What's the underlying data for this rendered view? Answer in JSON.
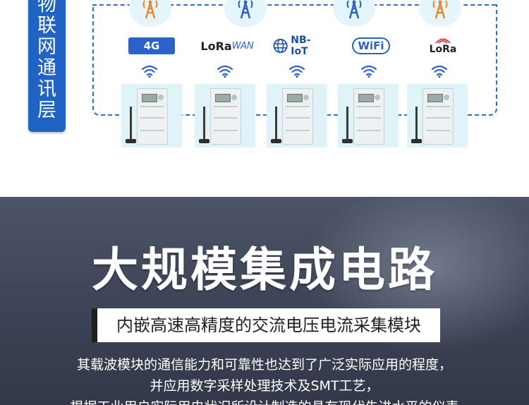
{
  "layer_label": [
    "物",
    "联",
    "网",
    "通",
    "讯",
    "层"
  ],
  "colors": {
    "accent_blue": "#1f63c4",
    "dark_bg": "#3e4558",
    "meter_bg": "#dff3f8"
  },
  "network": {
    "tower_icon": "radio-tower-icon",
    "signal_icon": "wifi-signal-icon",
    "modules": [
      {
        "label_main": "4G",
        "label_extra": ""
      },
      {
        "label_main": "LoRa",
        "label_extra": "WAN"
      },
      {
        "label_main": "NB-IoT",
        "label_extra": ""
      },
      {
        "label_main": "WiFi",
        "label_extra": ""
      },
      {
        "label_main": "LoRa",
        "label_extra": ""
      }
    ]
  },
  "headline": "大规模集成电路",
  "subtitle": "内嵌高速高精度的交流电压电流采集模块",
  "paragraph": [
    "其载波模块的通信能力和可靠性也达到了广泛实际应用的程度，",
    "并应用数字采样处理技术及SMT工艺，",
    "根据工业用户实际用电状况所设计制造的具有现代先进水平的仪表"
  ]
}
